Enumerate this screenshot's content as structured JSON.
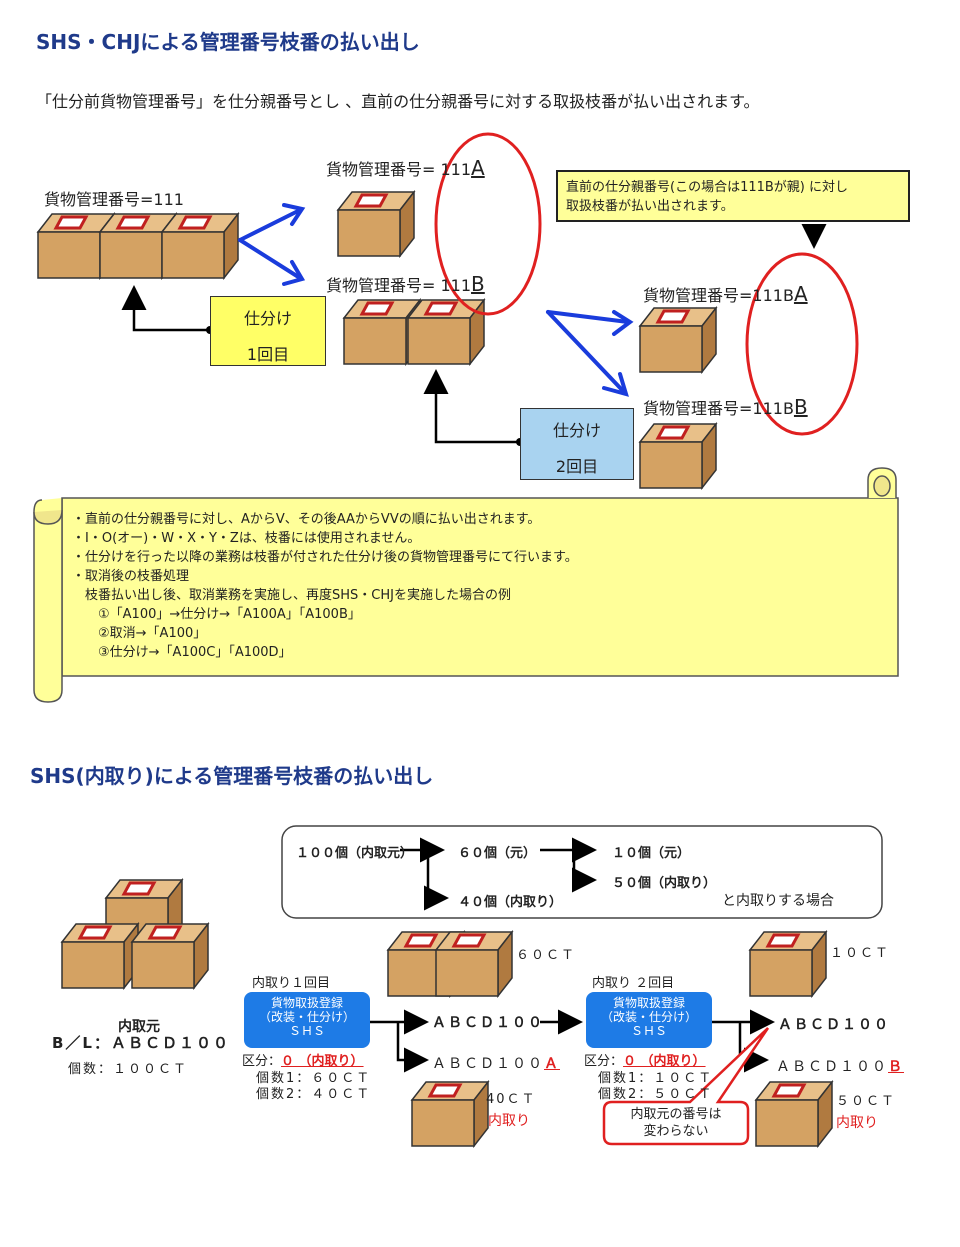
{
  "section1": {
    "title": "SHS・CHJによる管理番号枝番の払い出し",
    "lead": "「仕分前貨物管理番号」を仕分親番号とし 、直前の仕分親番号に対する取扱枝番が払い出されます。",
    "orig_label": "貨物管理番号=111",
    "a_label_prefix": "貨物管理番号= 111",
    "a_suffix": "A",
    "b_label_prefix": "貨物管理番号= 111",
    "b_suffix": "B",
    "ba_label_prefix": "貨物管理番号=111B",
    "ba_suffix": "A",
    "bb_label_prefix": "貨物管理番号=111B",
    "bb_suffix": "B",
    "sort1_line1": "仕分け",
    "sort1_line2": "1回目",
    "sort2_line1": "仕分け",
    "sort2_line2": "2回目",
    "note_line1": "直前の仕分親番号(この場合は111Bが親) に対し",
    "note_line2": "取扱枝番が払い出されます。",
    "scroll": [
      "・直前の仕分親番号に対し、AからV、その後AAからVVの順に払い出されます。",
      "・I・O(オー)・W・X・Y・Zは、枝番には使用されません。",
      "・仕分けを行った以降の業務は枝番が付された仕分け後の貨物管理番号にて行います。",
      "・取消後の枝番処理",
      "　枝番払い出し後、取消業務を実施し、再度SHS・CHJを実施した場合の例",
      "　　①「A100」→仕分け→「A100A」「A100B」",
      "　　②取消→「A100」",
      "　　③仕分け→「A100C」「A100D」"
    ]
  },
  "section2": {
    "title": "SHS(内取り)による管理番号枝番の払い出し",
    "legend": {
      "n100": "１００個（内取元）",
      "n60": "６０個（元）",
      "n40": "４０個（内取り）",
      "n10": "１０個（元）",
      "n50": "５０個（内取り）",
      "caption": "と内取りする場合"
    },
    "origin": {
      "label": "内取元",
      "bl": "B／L：ＡＢＣＤ１００",
      "count": "個数：１００ＣＴ"
    },
    "step1": {
      "title": "内取り１回目",
      "btn_line1": "貨物取扱登録",
      "btn_line2": "（改装・仕分け）",
      "btn_line3": "ＳＨＳ",
      "kubun_label": "区分：",
      "kubun_value": "０ （内取り）",
      "count1": "個数1：６０ＣＴ",
      "count2": "個数2：４０ＣＴ",
      "out_main": "ＡＢＣＤ１００",
      "out_sub_prefix": "ＡＢＣＤ１００",
      "out_sub_suffix": "Ａ",
      "box_top_label": "６０ＣＴ",
      "box_bottom_label": "40ＣＴ",
      "box_bottom_tag": "内取り"
    },
    "step2": {
      "title": "内取り ２回目",
      "btn_line1": "貨物取扱登録",
      "btn_line2": "（改装・仕分け）",
      "btn_line3": "ＳＨＳ",
      "kubun_label": "区分：",
      "kubun_value": "０ （内取り）",
      "count1": "個数1：１０ＣＴ",
      "count2": "個数2：５０ＣＴ",
      "out_main": "ＡＢＣＤ１００",
      "out_sub_prefix": "ＡＢＣＤ１００",
      "out_sub_suffix": "Ｂ",
      "box_top_label": "１０ＣＴ",
      "box_bottom_label": "５０ＣＴ",
      "box_bottom_tag": "内取り"
    },
    "callout_line1": "内取元の番号は",
    "callout_line2": "変わらない"
  },
  "colors": {
    "title": "#1f3a8a",
    "yellow": "#ffff66",
    "blue_box": "#a9d3f0",
    "arrow_blue": "#1a3cdc",
    "red": "#e02020",
    "button": "#1e7be6"
  }
}
